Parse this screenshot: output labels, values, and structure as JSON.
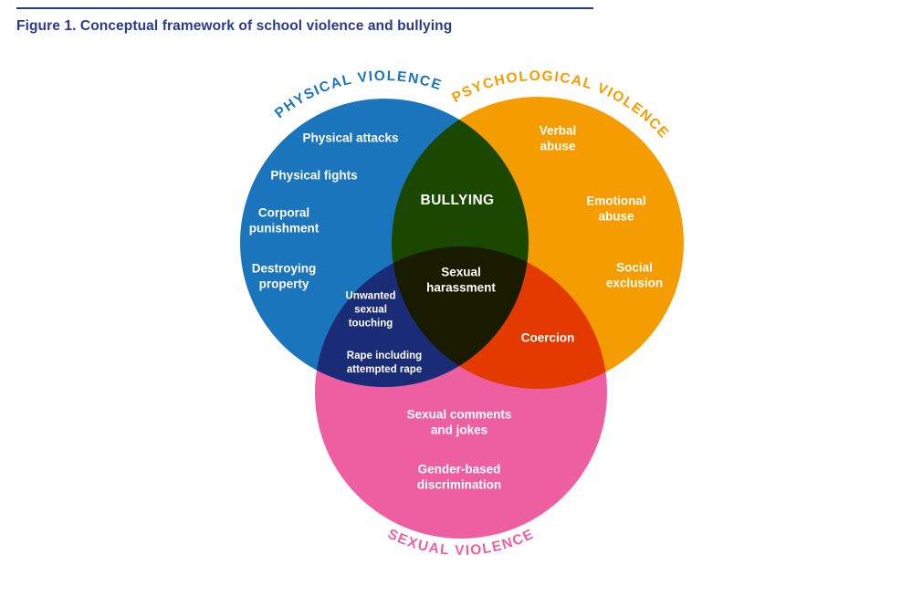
{
  "page": {
    "title": "Figure 1. Conceptual framework of school violence and bullying"
  },
  "diagram": {
    "colors": {
      "physical": "#1B75BC",
      "psychological": "#F59C00",
      "sexual": "#EE5FA1",
      "title": "#283B8F"
    },
    "arc_titles": {
      "physical": "PHYSICAL VIOLENCE",
      "psychological": "PSYCHOLOGICAL VIOLENCE",
      "sexual": "SEXUAL VIOLENCE"
    },
    "regions": {
      "physical_attacks": "Physical attacks",
      "physical_fights": "Physical fights",
      "corporal_punishment": "Corporal\npunishment",
      "destroying_property": "Destroying\nproperty",
      "bullying": "BULLYING",
      "verbal_abuse": "Verbal\nabuse",
      "emotional_abuse": "Emotional\nabuse",
      "social_exclusion": "Social\nexclusion",
      "sexual_harassment": "Sexual\nharassment",
      "unwanted_sexual_touching": "Unwanted\nsexual\ntouching",
      "rape_including_attempted_rape": "Rape including\nattempted rape",
      "coercion": "Coercion",
      "sexual_comments_and_jokes": "Sexual comments\nand jokes",
      "gender_based_discrimination": "Gender-based\ndiscrimination"
    }
  }
}
